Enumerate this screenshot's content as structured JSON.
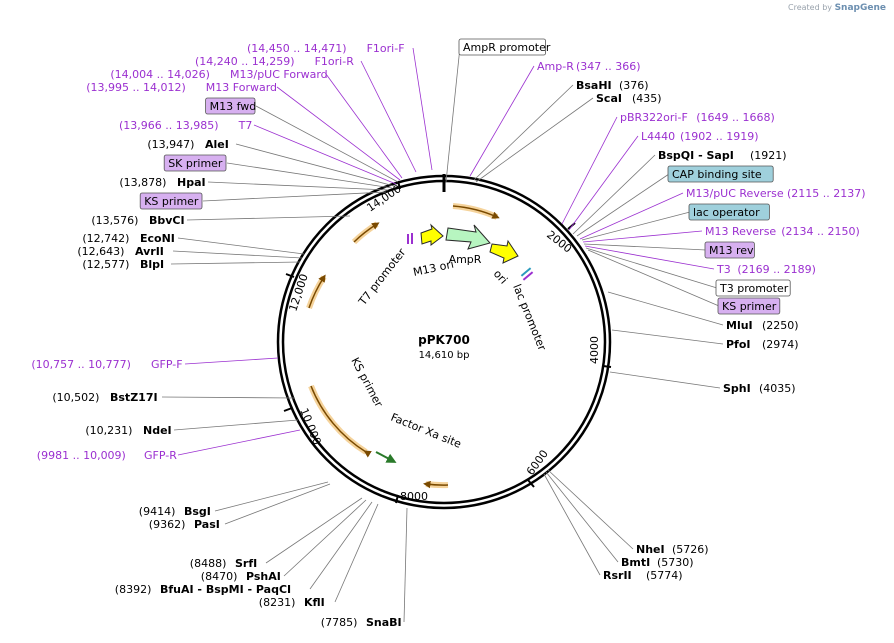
{
  "credit": {
    "prefix": "Created by",
    "brand": "SnapGene"
  },
  "plasmid": {
    "name": "pPK700",
    "size": "14,610 bp"
  },
  "ring_ticks": [
    "2000",
    "4000",
    "6000",
    "8000",
    "10,000",
    "12,000",
    "14,000"
  ],
  "inner_labels": [
    "AmpR",
    "ori",
    "lac promoter",
    "M13 ori",
    "T7 promoter",
    "KS primer",
    "Factor Xa site"
  ],
  "sites": [
    {
      "name": "AmpR promoter",
      "coord": "",
      "style": "box-white"
    },
    {
      "name": "Amp-R",
      "coord": "(347 .. 366)",
      "style": "primer"
    },
    {
      "name": "BsaHI",
      "coord": "(376)",
      "style": "site"
    },
    {
      "name": "ScaI",
      "coord": "(435)",
      "style": "site"
    },
    {
      "name": "pBR322ori-F",
      "coord": "(1649 .. 1668)",
      "style": "primer"
    },
    {
      "name": "L4440",
      "coord": "(1902 .. 1919)",
      "style": "primer"
    },
    {
      "name": "BspQI - SapI",
      "coord": "(1921)",
      "style": "site"
    },
    {
      "name": "CAP binding site",
      "coord": "",
      "style": "box-blue"
    },
    {
      "name": "M13/pUC Reverse",
      "coord": "(2115 .. 2137)",
      "style": "primer"
    },
    {
      "name": "lac operator",
      "coord": "",
      "style": "box-blue"
    },
    {
      "name": "M13 Reverse",
      "coord": "(2134 .. 2150)",
      "style": "primer"
    },
    {
      "name": "M13 rev",
      "coord": "",
      "style": "box-purple"
    },
    {
      "name": "T3",
      "coord": "(2169 .. 2189)",
      "style": "primer"
    },
    {
      "name": "T3 promoter",
      "coord": "",
      "style": "box-white"
    },
    {
      "name": "KS primer",
      "coord": "",
      "style": "box-purple"
    },
    {
      "name": "MluI",
      "coord": "(2250)",
      "style": "site"
    },
    {
      "name": "PfoI",
      "coord": "(2974)",
      "style": "site"
    },
    {
      "name": "SphI",
      "coord": "(4035)",
      "style": "site"
    },
    {
      "name": "NheI",
      "coord": "(5726)",
      "style": "site"
    },
    {
      "name": "BmtI",
      "coord": "(5730)",
      "style": "site"
    },
    {
      "name": "RsrII",
      "coord": "(5774)",
      "style": "site"
    },
    {
      "name": "SnaBI",
      "coord": "(7785)",
      "style": "site-left"
    },
    {
      "name": "KflI",
      "coord": "(8231)",
      "style": "site-left"
    },
    {
      "name": "BfuAI - BspMI - PaqCI",
      "coord": "(8392)",
      "style": "site-left"
    },
    {
      "name": "PshAI",
      "coord": "(8470)",
      "style": "site-left"
    },
    {
      "name": "SrfI",
      "coord": "(8488)",
      "style": "site-left"
    },
    {
      "name": "PasI",
      "coord": "(9362)",
      "style": "site-left"
    },
    {
      "name": "BsgI",
      "coord": "(9414)",
      "style": "site-left"
    },
    {
      "name": "GFP-R",
      "coord": "(9981 .. 10,009)",
      "style": "primer-left"
    },
    {
      "name": "NdeI",
      "coord": "(10,231)",
      "style": "site-left"
    },
    {
      "name": "BstZ17I",
      "coord": "(10,502)",
      "style": "site-left"
    },
    {
      "name": "GFP-F",
      "coord": "(10,757 .. 10,777)",
      "style": "primer-left"
    },
    {
      "name": "BlpI",
      "coord": "(12,577)",
      "style": "site-left"
    },
    {
      "name": "AvrII",
      "coord": "(12,643)",
      "style": "site-left"
    },
    {
      "name": "EcoNI",
      "coord": "(12,742)",
      "style": "site-left"
    },
    {
      "name": "BbvCI",
      "coord": "(13,576)",
      "style": "site-left"
    },
    {
      "name": "KS primer",
      "coord": "",
      "style": "box-purple-left"
    },
    {
      "name": "HpaI",
      "coord": "(13,878)",
      "style": "site-left"
    },
    {
      "name": "SK primer",
      "coord": "",
      "style": "box-purple-left"
    },
    {
      "name": "AleI",
      "coord": "(13,947)",
      "style": "site-left"
    },
    {
      "name": "T7",
      "coord": "(13,966 .. 13,985)",
      "style": "primer-left"
    },
    {
      "name": "M13 fwd",
      "coord": "",
      "style": "box-purple-left"
    },
    {
      "name": "M13 Forward",
      "coord": "(13,995 .. 14,012)",
      "style": "primer-left"
    },
    {
      "name": "M13/pUC Forward",
      "coord": "(14,004 .. 14,026)",
      "style": "primer-left"
    },
    {
      "name": "F1ori-R",
      "coord": "(14,240 .. 14,259)",
      "style": "primer-left"
    },
    {
      "name": "F1ori-F",
      "coord": "(14,450 .. 14,471)",
      "style": "primer-left"
    }
  ],
  "colors": {
    "primer": "#9b30d0",
    "box_purple": "#d7b0f0",
    "box_blue": "#9fd0dc",
    "feature_orange": "#f5d39b",
    "ampr": "#b7f5c0",
    "ori": "#ffff00"
  }
}
